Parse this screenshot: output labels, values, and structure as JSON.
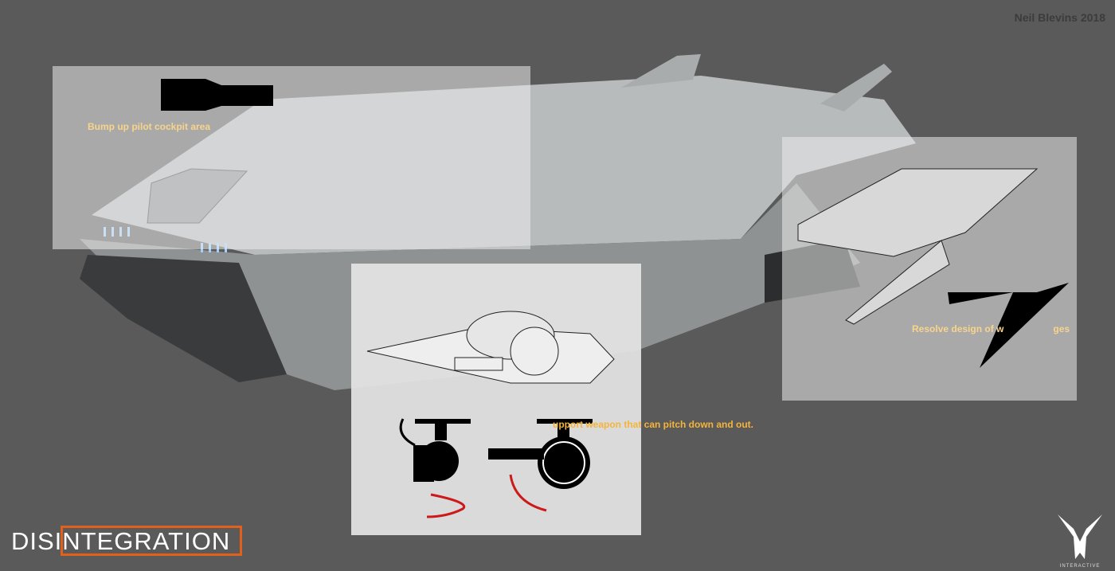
{
  "credit": "Neil Blevins 2018",
  "notes": {
    "cockpit": "Bump up pilot cockpit area",
    "weapon": "upport weapon that can pitch down and out.",
    "wings": "Resolve design of w",
    "wings_tail": "ges"
  },
  "logo": {
    "title": "DISINTEGRATION",
    "studio_subtitle": "INTERACTIVE"
  },
  "colors": {
    "background": "#5a5a5a",
    "note": "#f5b43a",
    "logo_frame": "#e0601c",
    "arrow": "#cc1a1a"
  }
}
